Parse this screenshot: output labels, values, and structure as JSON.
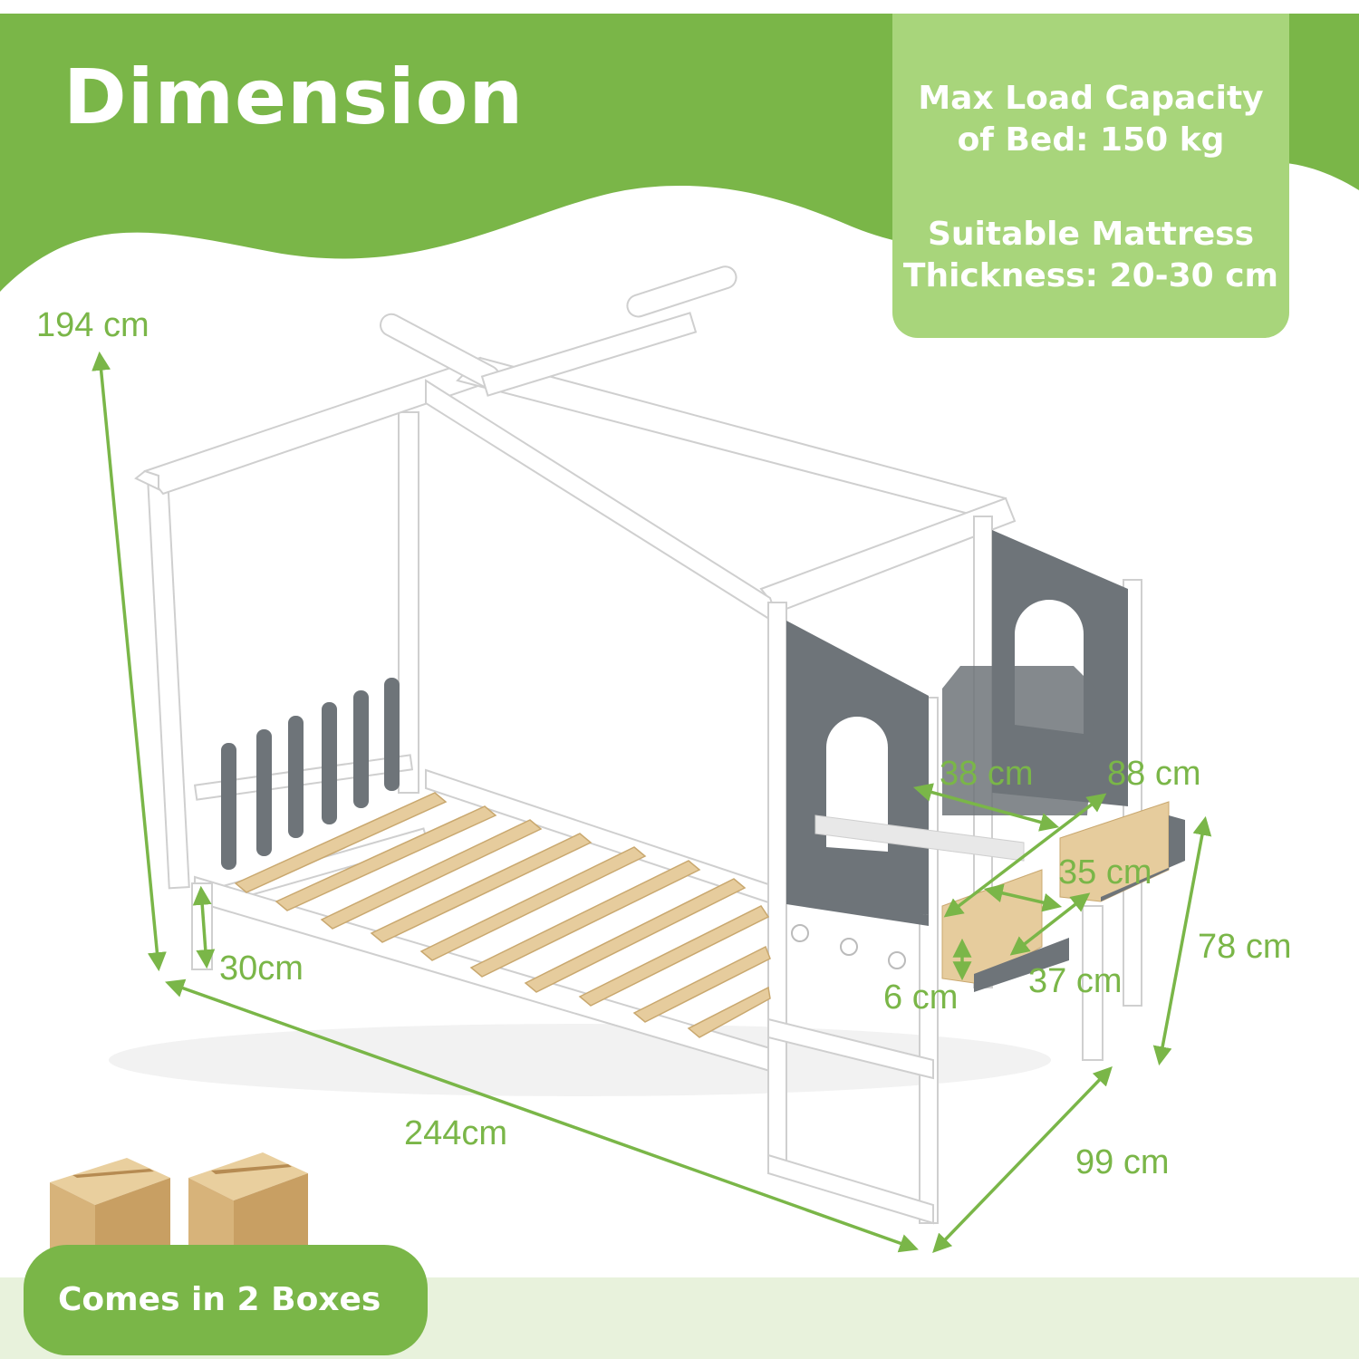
{
  "header": {
    "title": "Dimension"
  },
  "specs": {
    "load_line1": "Max Load Capacity",
    "load_line2": "of Bed: 150 kg",
    "mattress_line1": "Suitable Mattress",
    "mattress_line2": "Thickness: 20-30 cm"
  },
  "dimensions": {
    "height_total": "194 cm",
    "slat_height": "30cm",
    "length": "244cm",
    "width": "99 cm",
    "desk_height": "78 cm",
    "shelf_depth": "38 cm",
    "shelf_width": "88 cm",
    "drawer_width": "35 cm",
    "drawer_depth": "37 cm",
    "drawer_height": "6 cm"
  },
  "packaging": {
    "label": "Comes in 2 Boxes",
    "box_count": 2
  },
  "colors": {
    "accent": "#7ab648",
    "accent_light": "#a8d57b",
    "frame": "#ffffff",
    "panel": "#6e7479",
    "slat": "#e6cc9d"
  }
}
